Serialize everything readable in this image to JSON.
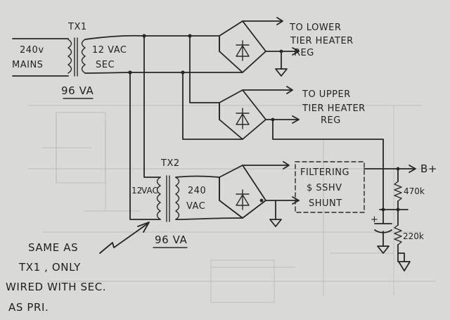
{
  "labels": {
    "tx1": "TX1",
    "mains_a": "240v",
    "mains_b": "MAINS",
    "tx1_sec_a": "12 VAC",
    "tx1_sec_b": "SEC",
    "tx1_va": "96 VA",
    "to_lower_a": "TO LOWER",
    "to_lower_b": "TIER HEATER",
    "to_lower_c": "REG",
    "to_upper_a": "TO UPPER",
    "to_upper_b": "TIER HEATER",
    "to_upper_c": "REG",
    "tx2": "TX2",
    "tx2_pri_a": "12",
    "tx2_pri_b": "VAC",
    "tx2_sec_a": "240",
    "tx2_sec_b": "VAC",
    "tx2_va": "96 VA",
    "filter_a": "FILTERING",
    "filter_b": "$ SSHV",
    "filter_c": "SHUNT",
    "bplus": "B+",
    "r1": "470k",
    "r2": "220k",
    "cap_plus": "+",
    "note_1": "SAME AS",
    "note_2": "TX1 , ONLY",
    "note_3": "WIRED WITH SEC.",
    "note_4": "AS PRI."
  }
}
